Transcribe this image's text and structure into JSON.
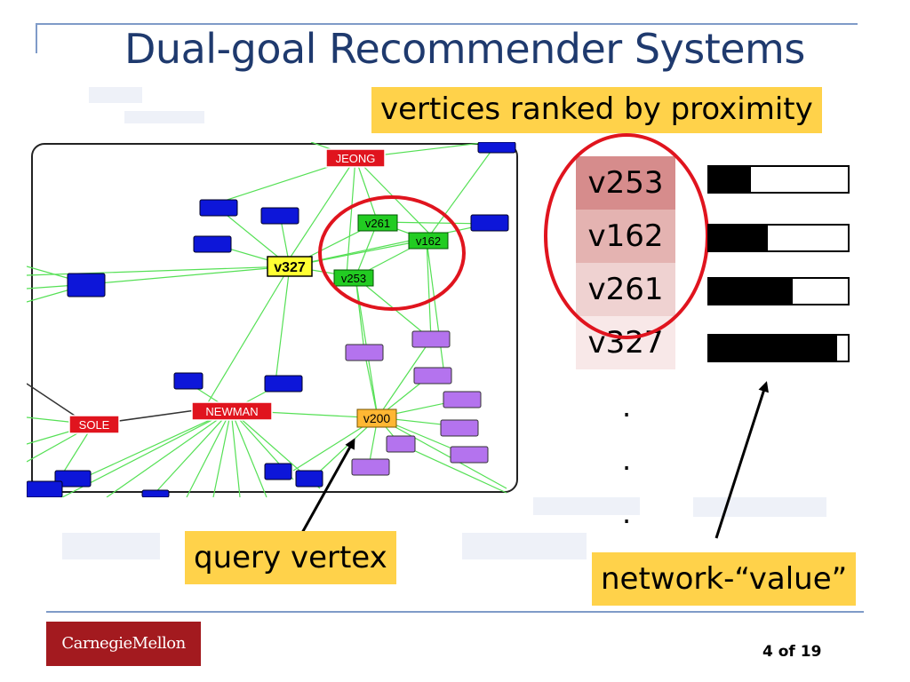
{
  "slide": {
    "title": "Dual-goal Recommender Systems",
    "page_number": "4 of 19",
    "logo_text": "CarnegieMellon"
  },
  "callouts": {
    "ranked": "vertices ranked by proximity",
    "query": "query vertex",
    "network_value": "network-“value”"
  },
  "network": {
    "red_nodes": [
      "JEONG",
      "SOLE",
      "NEWMAN"
    ],
    "green_nodes": [
      "v261",
      "v162",
      "v253"
    ],
    "yellow_node": "v327",
    "orange_node": "v200"
  },
  "ranking": {
    "items": [
      {
        "label": "v253",
        "value": 0.3,
        "highlight": "#d68c8c"
      },
      {
        "label": "v162",
        "value": 0.42,
        "highlight": "#e4b3b1"
      },
      {
        "label": "v261",
        "value": 0.6,
        "highlight": "#efd2d1"
      },
      {
        "label": "v327",
        "value": 0.92,
        "highlight": "#f8e8e8"
      }
    ],
    "ellipsis": [
      ".",
      ".",
      "."
    ]
  },
  "colors": {
    "title": "#1f3a6e",
    "callout": "#ffd24a",
    "oval": "#e0141e",
    "edge": "#55e055",
    "blue_node": "#0d16d9",
    "purple_node": "#b473ee",
    "red_node": "#e0141e",
    "green_node": "#22cc22",
    "yellow_node": "#ffff33",
    "orange_node": "#ffb733",
    "logo": "#a31a1f"
  }
}
